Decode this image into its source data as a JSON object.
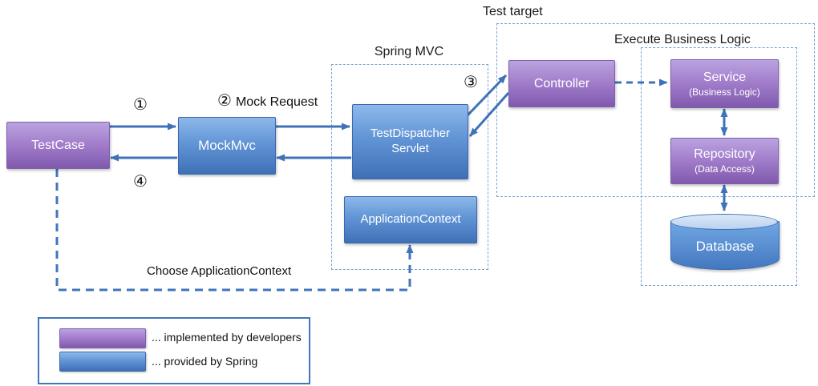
{
  "colors": {
    "box_purple_top": "#b9a4e0",
    "box_purple_bottom": "#8059ae",
    "box_blue_top": "#8db8ea",
    "box_blue_bottom": "#3e70b6",
    "cylinder_top": "#dce9f8",
    "cylinder_body": "#4377c0",
    "arrow_blue": "#3f72b8",
    "dashed_group_border": "#7ba3d7",
    "legend_border": "#4276ba",
    "label_text": "#111111",
    "node_text": "#ffffff"
  },
  "groups": {
    "spring_mvc": {
      "label": "Spring MVC"
    },
    "test_target": {
      "label": "Test target"
    },
    "execute_business_logic": {
      "label": "Execute Business Logic"
    }
  },
  "nodes": {
    "testcase": {
      "label": "TestCase"
    },
    "mockmvc": {
      "label": "MockMvc"
    },
    "dispatcher": {
      "line1": "TestDispatcher",
      "line2": "Servlet"
    },
    "appcontext": {
      "label": "ApplicationContext"
    },
    "controller": {
      "label": "Controller"
    },
    "service": {
      "label": "Service",
      "sub": "(Business Logic)"
    },
    "repository": {
      "label": "Repository",
      "sub": "(Data Access)"
    },
    "database": {
      "label": "Database"
    }
  },
  "annotations": {
    "step1": "①",
    "step2_glyph": "②",
    "step2_label": "Mock Request",
    "step3": "③",
    "step4": "④",
    "choose_context": "Choose ApplicationContext"
  },
  "legend": {
    "items": [
      {
        "swatch": "purple",
        "label": "... implemented by developers"
      },
      {
        "swatch": "blue",
        "label": "... provided by Spring"
      }
    ]
  }
}
